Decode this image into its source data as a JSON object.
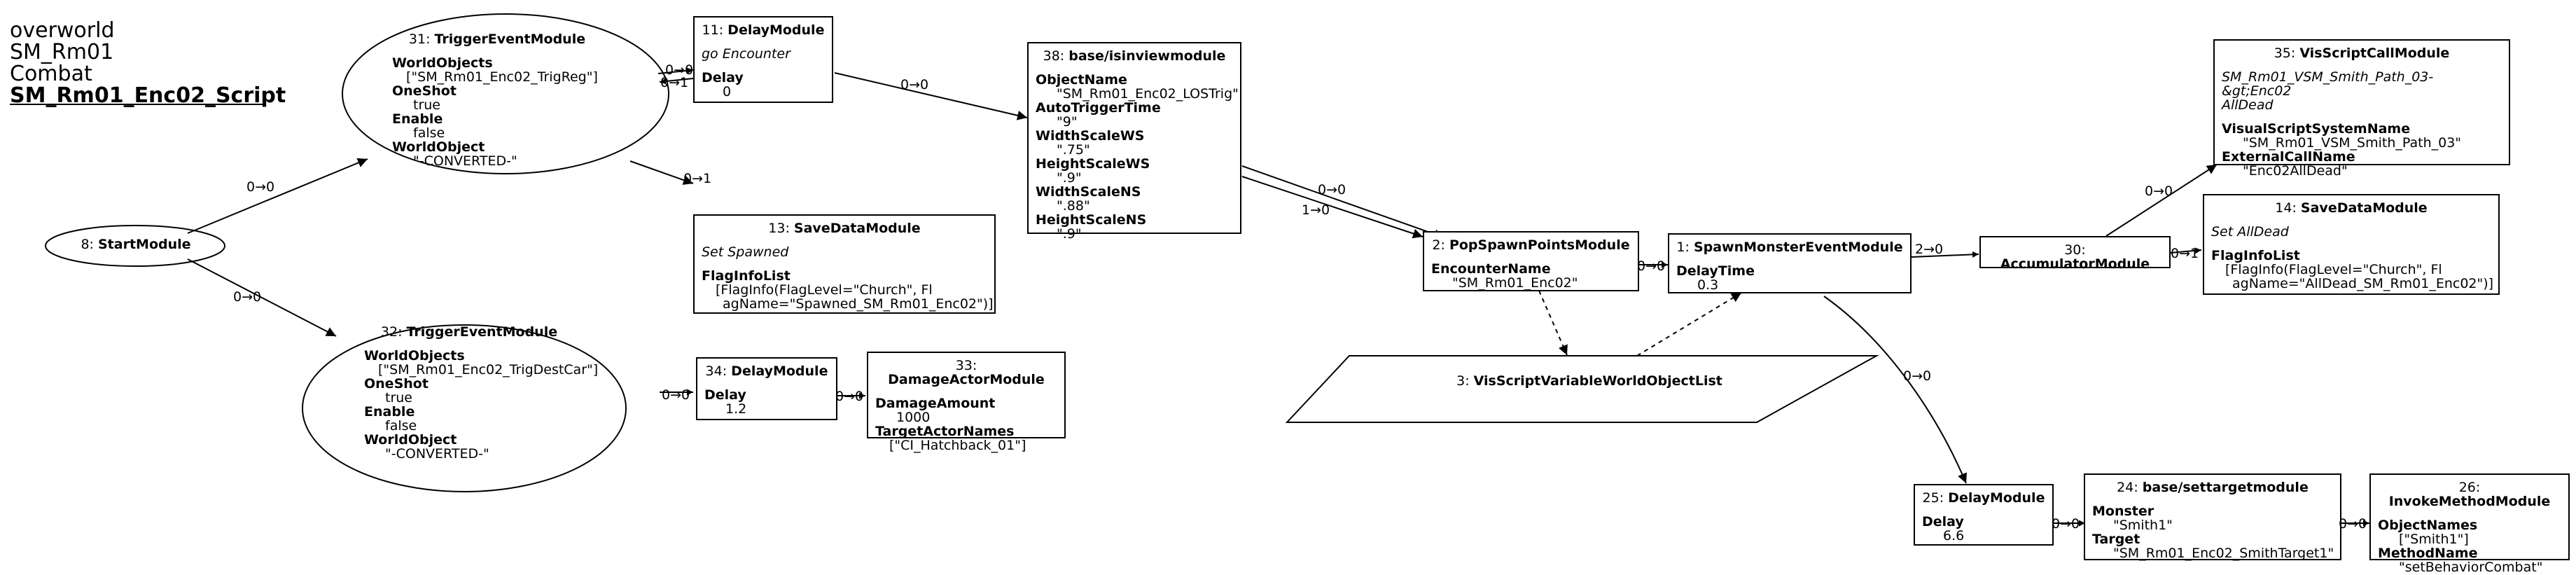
{
  "title": {
    "line1": "overworld",
    "line2": "SM_Rm01",
    "line3": "Combat",
    "line4": "SM_Rm01_Enc02_Script"
  },
  "nodes": {
    "n8": {
      "id": "8:",
      "name": "StartModule"
    },
    "n31": {
      "id": "31:",
      "name": "TriggerEventModule",
      "k1": "WorldObjects",
      "v1": "[\"SM_Rm01_Enc02_TrigReg\"]",
      "k2": "OneShot",
      "v2": "true",
      "k3": "Enable",
      "v3": "false",
      "k4": "WorldObject",
      "v4": "\"-CONVERTED-\""
    },
    "n32": {
      "id": "32:",
      "name": "TriggerEventModule",
      "k1": "WorldObjects",
      "v1": "[\"SM_Rm01_Enc02_TrigDestCar\"]",
      "k2": "OneShot",
      "v2": "true",
      "k3": "Enable",
      "v3": "false",
      "k4": "WorldObject",
      "v4": "\"-CONVERTED-\""
    },
    "n11": {
      "id": "11:",
      "name": "DelayModule",
      "comment": "go Encounter",
      "k1": "Delay",
      "v1": "0"
    },
    "n13": {
      "id": "13:",
      "name": "SaveDataModule",
      "comment": "Set Spawned",
      "k1": "FlagInfoList",
      "v1a": "[FlagInfo(FlagLevel=\"Church\", Fl",
      "v1b": "agName=\"Spawned_SM_Rm01_Enc02\")]"
    },
    "n34": {
      "id": "34:",
      "name": "DelayModule",
      "k1": "Delay",
      "v1": "1.2"
    },
    "n33": {
      "id": "33:",
      "name": "DamageActorModule",
      "k1": "DamageAmount",
      "v1": "1000",
      "k2": "TargetActorNames",
      "v2": "[\"CI_Hatchback_01\"]"
    },
    "n38": {
      "id": "38:",
      "name": "base/isinviewmodule",
      "k1": "ObjectName",
      "v1": "\"SM_Rm01_Enc02_LOSTrig\"",
      "k2": "AutoTriggerTime",
      "v2": "\"9\"",
      "k3": "WidthScaleWS",
      "v3": "\".75\"",
      "k4": "HeightScaleWS",
      "v4": "\".9\"",
      "k5": "WidthScaleNS",
      "v5": "\".88\"",
      "k6": "HeightScaleNS",
      "v6": "\".9\""
    },
    "n2": {
      "id": "2:",
      "name": "PopSpawnPointsModule",
      "k1": "EncounterName",
      "v1": "\"SM_Rm01_Enc02\""
    },
    "n3": {
      "id": "3:",
      "name": "VisScriptVariableWorldObjectList"
    },
    "n1": {
      "id": "1:",
      "name": "SpawnMonsterEventModule",
      "k1": "DelayTime",
      "v1": "0.3"
    },
    "n30": {
      "id": "30:",
      "name": "AccumulatorModule"
    },
    "n35": {
      "id": "35:",
      "name": "VisScriptCallModule",
      "comment1": "SM_Rm01_VSM_Smith_Path_03-&gt;Enc02",
      "comment2": "AllDead",
      "k1": "VisualScriptSystemName",
      "v1": "\"SM_Rm01_VSM_Smith_Path_03\"",
      "k2": "ExternalCallName",
      "v2": "\"Enc02AllDead\""
    },
    "n14": {
      "id": "14:",
      "name": "SaveDataModule",
      "comment": "Set AllDead",
      "k1": "FlagInfoList",
      "v1a": "[FlagInfo(FlagLevel=\"Church\", Fl",
      "v1b": "agName=\"AllDead_SM_Rm01_Enc02\")]"
    },
    "n25": {
      "id": "25:",
      "name": "DelayModule",
      "k1": "Delay",
      "v1": "6.6"
    },
    "n24": {
      "id": "24:",
      "name": "base/settargetmodule",
      "k1": "Monster",
      "v1": "\"Smith1\"",
      "k2": "Target",
      "v2": "\"SM_Rm01_Enc02_SmithTarget1\""
    },
    "n26": {
      "id": "26:",
      "name": "InvokeMethodModule",
      "k1": "ObjectNames",
      "v1": "[\"Smith1\"]",
      "k2": "MethodName",
      "v2": "\"setBehaviorCombat\""
    }
  },
  "edges": {
    "e8_31": "0→0",
    "e8_32": "0→0",
    "e31_11": "0→0",
    "e11_31": "0→1",
    "e31_13": "0→1",
    "e11_38": "0→0",
    "e32_34": "0→0",
    "e34_33": "0→0",
    "e38_2a": "0→0",
    "e38_2b": "1→0",
    "e2_1": "0→0",
    "e1_30": "2→0",
    "e30_35": "0→0",
    "e30_14": "0→1",
    "e1_25": "0→0",
    "e25_24": "0→0",
    "e24_26": "0→0"
  }
}
